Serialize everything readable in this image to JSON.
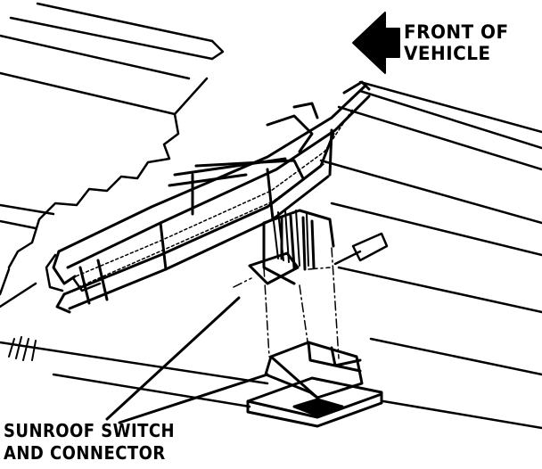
{
  "labels": {
    "front_line1": "FRONT OF",
    "front_line2": "VEHICLE",
    "switch_line1": "SUNROOF SWITCH",
    "switch_line2": "AND CONNECTOR"
  },
  "colors": {
    "ink": "#000000",
    "paper": "#ffffff"
  },
  "icons": {
    "direction": "arrow-left-icon"
  }
}
